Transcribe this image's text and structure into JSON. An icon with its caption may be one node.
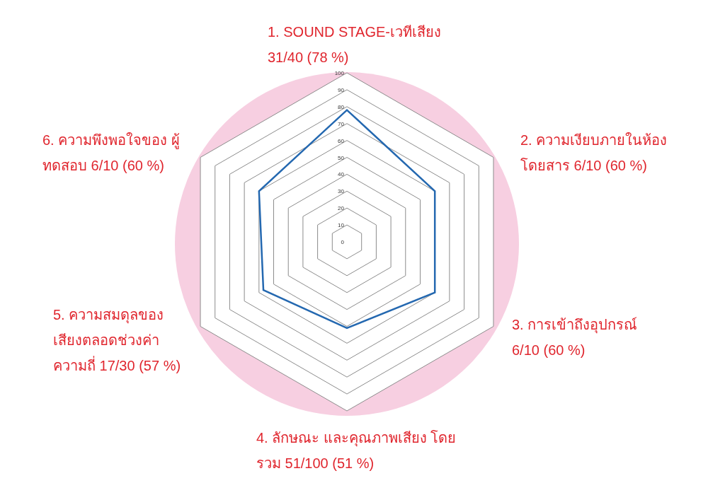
{
  "diagram": {
    "labels": [
      "1. SOUND STAGE-เวทีเสียง 31/40 (78 %)",
      "2. ความเงียบภายในห้อง โดยสาร 6/10 (60 %)",
      "3. การเข้าถึงอุปกรณ์ 6/10 (60 %)",
      "4. ลักษณะ และคุณภาพเสียง โดยรวม 51/100 (51 %)",
      "5. ความสมดุลของ เสียงตลอดช่วงค่า ความถี่ 17/30 (57 %)",
      "6. ความพึงพอใจของ ผู้ทดสอบ 6/10 (60 %)",
      "100",
      "90",
      "80",
      "70",
      "60",
      "50",
      "40",
      "30",
      "20",
      "10",
      "0"
    ]
  }
}
